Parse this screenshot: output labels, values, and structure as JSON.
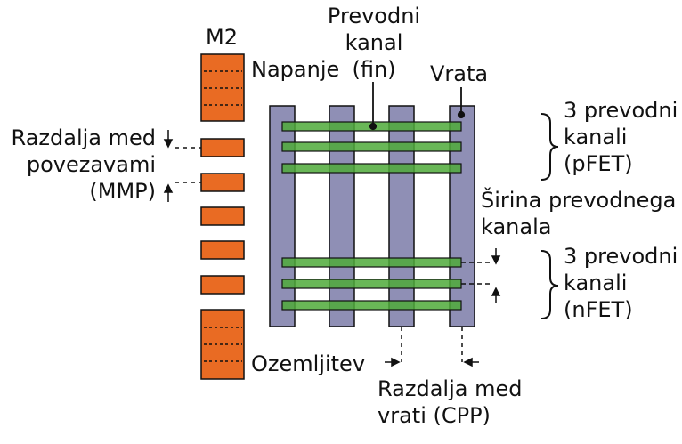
{
  "labels": {
    "m2": "M2",
    "fin_line1": "Prevodni",
    "fin_line2": "kanal",
    "fin_line3": "(fin)",
    "napanje": "Napanje",
    "vrata": "Vrata",
    "mmp_line1": "Razdalja med",
    "mmp_line2": "povezavami",
    "mmp_line3": "(MMP)",
    "pfet_line1": "3 prevodni",
    "pfet_line2": "kanali",
    "pfet_line3": "(pFET)",
    "width_line1": "Širina prevodnega",
    "width_line2": "kanala",
    "nfet_line1": "3 prevodni",
    "nfet_line2": "kanali",
    "nfet_line3": "(nFET)",
    "ozemljitev": "Ozemljitev",
    "cpp_line1": "Razdalja med",
    "cpp_line2": "vrati (CPP)"
  },
  "colors": {
    "metal": "#E96B23",
    "gate": "#8F8FB5",
    "fin": "#4FAA3A",
    "line": "#111111"
  }
}
